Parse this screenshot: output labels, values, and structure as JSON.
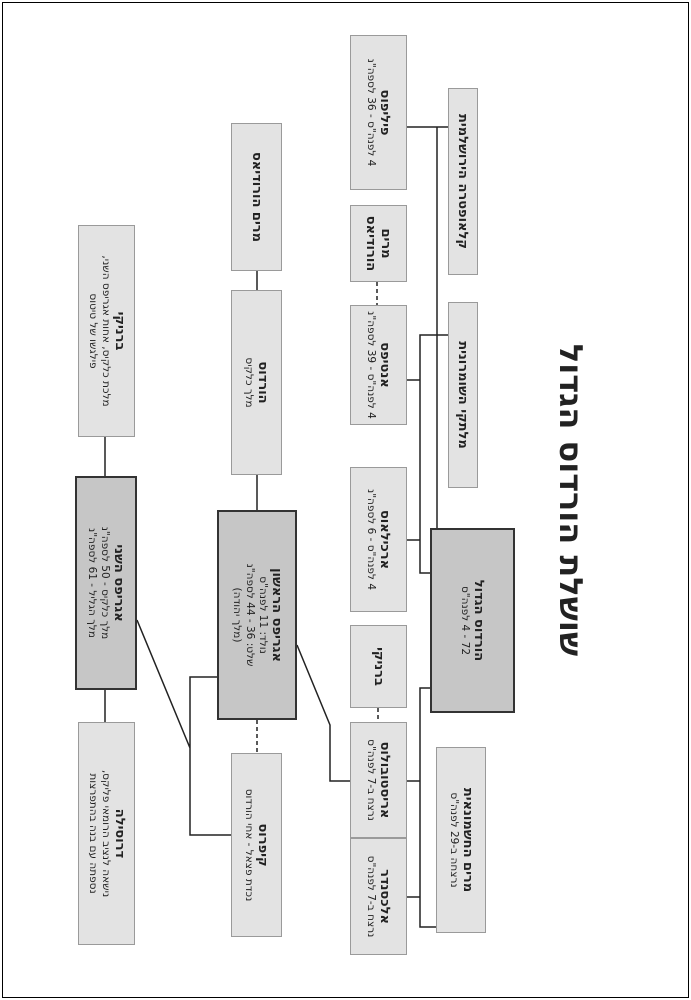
{
  "title": "שושלת הורדוס הגדול",
  "people": {
    "cleopatra": {
      "name": "קלאופטרה הירושלמית"
    },
    "malthace": {
      "name": "מלתקי השומרונית"
    },
    "herod": {
      "name": "הורדוס הגדול",
      "line1": "72 - 4 לפנה\"ס"
    },
    "mariamne1": {
      "name": "מרים החשמונאית",
      "line1": "נרצחה ב-29 לפנה\"ס"
    },
    "philip": {
      "name": "פיליפוס",
      "line1": "4 לפנה\"ס - 36 לספה\"נ"
    },
    "herodias": {
      "name": "מרים",
      "line1": "הורודיאס"
    },
    "antipas": {
      "name": "אנטיפס",
      "line1": "4 לפנה\"ס - 39 לספה\"נ"
    },
    "archelaus": {
      "name": "ארכילאוס",
      "line1": "4 לפנה\"ס - 6 לספה\"נ"
    },
    "berenice_elder": {
      "name": "ברניקי"
    },
    "aristobulus": {
      "name": "אריסטובולוס",
      "line1": "נרצח ב-7 לפנה\"ס"
    },
    "alexander": {
      "name": "אלכסנדר",
      "line1": "נרצח ב-7 לפנה\"ס"
    },
    "mariamne_herodias": {
      "name": "מרים הורודיאס"
    },
    "herod_chalcis": {
      "name": "הורדוס",
      "line1": "מלך כלקיס"
    },
    "agrippa1": {
      "name": "אגריפס הראשון",
      "line1": "נולד: 11 לפנה\"ס",
      "line2": "שלט: 36 - 44 לספה\"נ",
      "line3": "(מלך יהודה)"
    },
    "kypros": {
      "name": "קיפרוס",
      "line1": "נכדת פצאל - אחי הורדוס"
    },
    "berenice": {
      "name": "ברניקי",
      "line1": "מלכת כלקיס, אחות אגריפס השני,",
      "line2": "פילגשו של טיטוס"
    },
    "agrippa2": {
      "name": "אגריפס השני",
      "line1": "מלך כלקיס - 50 לספה\"נ",
      "line2": "מלך הגליל - 61 לספה\"נ"
    },
    "drusilla": {
      "name": "דרוסילה",
      "line1": "נישאה לנציב הרומאי פליקס,",
      "line2": "נספתה עם בנה בהתפרצות"
    }
  }
}
